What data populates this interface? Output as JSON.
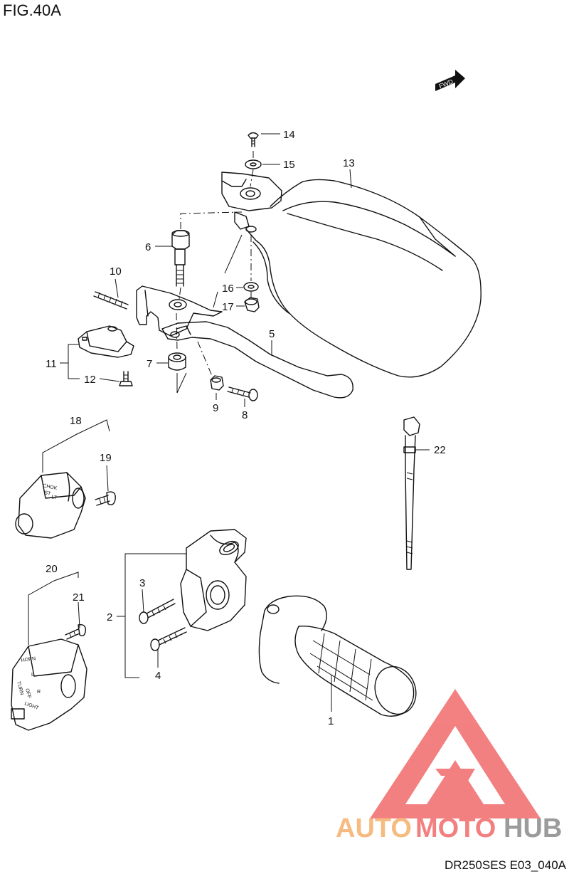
{
  "figure": {
    "title": "FIG.40A",
    "drawing_code": "DR250SES E03_040A",
    "fwd_label": "FWD"
  },
  "callouts": [
    {
      "id": "c1",
      "text": "1"
    },
    {
      "id": "c2",
      "text": "2"
    },
    {
      "id": "c3",
      "text": "3"
    },
    {
      "id": "c4",
      "text": "4"
    },
    {
      "id": "c5",
      "text": "5"
    },
    {
      "id": "c6",
      "text": "6"
    },
    {
      "id": "c7",
      "text": "7"
    },
    {
      "id": "c8",
      "text": "8"
    },
    {
      "id": "c9",
      "text": "9"
    },
    {
      "id": "c10",
      "text": "10"
    },
    {
      "id": "c11",
      "text": "11"
    },
    {
      "id": "c12",
      "text": "12"
    },
    {
      "id": "c13",
      "text": "13"
    },
    {
      "id": "c14",
      "text": "14"
    },
    {
      "id": "c15",
      "text": "15"
    },
    {
      "id": "c16",
      "text": "16"
    },
    {
      "id": "c17",
      "text": "17"
    },
    {
      "id": "c18",
      "text": "18"
    },
    {
      "id": "c19",
      "text": "19"
    },
    {
      "id": "c20",
      "text": "20"
    },
    {
      "id": "c21",
      "text": "21"
    },
    {
      "id": "c22",
      "text": "22"
    }
  ],
  "switch_labels": {
    "upper": [
      "CHOK",
      "ST",
      "LT"
    ],
    "lower": [
      "HORN",
      "TURN",
      "OFF",
      "L",
      "R",
      "LIGHT"
    ]
  },
  "watermark": {
    "text_part1": "AUTO",
    "text_part2": "MOTO",
    "text_part3": "HUB",
    "color_orange": "#f5b06a",
    "color_red": "#f26b6b",
    "color_gray": "#8a8a8a"
  }
}
